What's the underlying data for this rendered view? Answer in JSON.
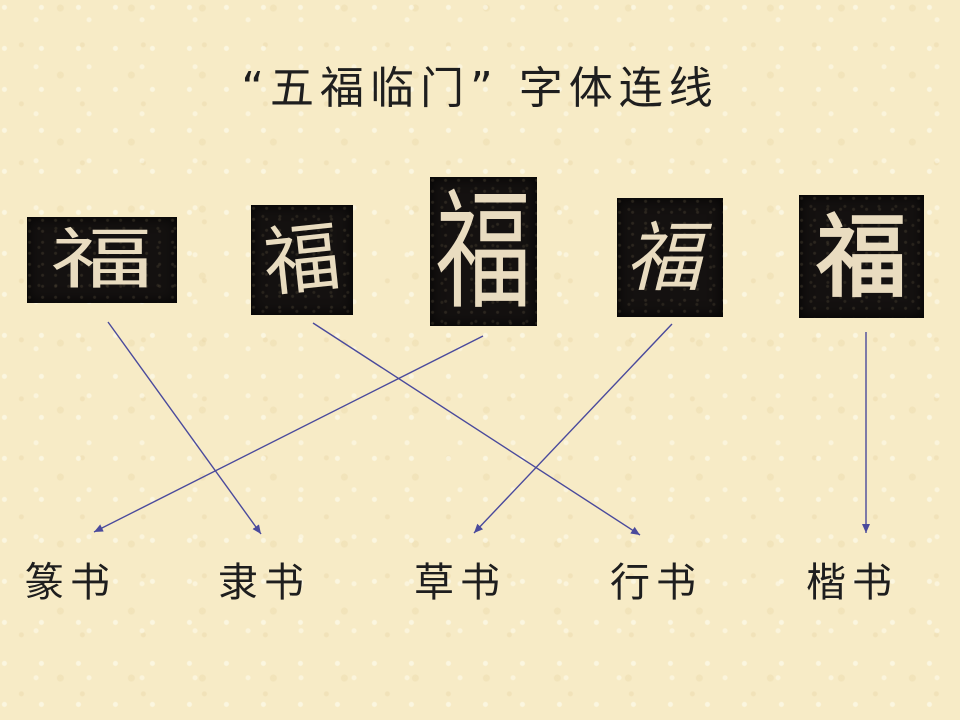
{
  "title": {
    "text": "“五福临门” 字体连线"
  },
  "samples": [
    {
      "char": "福",
      "style_hint": "隶书"
    },
    {
      "char": "福",
      "style_hint": "行书"
    },
    {
      "char": "福",
      "style_hint": "篆书"
    },
    {
      "char": "福",
      "style_hint": "草书"
    },
    {
      "char": "福",
      "style_hint": "楷书"
    }
  ],
  "labels": [
    "篆书",
    "隶书",
    "草书",
    "行书",
    "楷书"
  ],
  "connections": [
    {
      "from_sample": 1,
      "to_label": 2
    },
    {
      "from_sample": 2,
      "to_label": 4
    },
    {
      "from_sample": 3,
      "to_label": 1
    },
    {
      "from_sample": 4,
      "to_label": 3
    },
    {
      "from_sample": 5,
      "to_label": 5
    }
  ],
  "colors": {
    "background": "#f7ebc6",
    "tile": "#141110",
    "glyph": "#e9dcc0",
    "line": "#4a4a9c",
    "text": "#1e1e1e"
  }
}
